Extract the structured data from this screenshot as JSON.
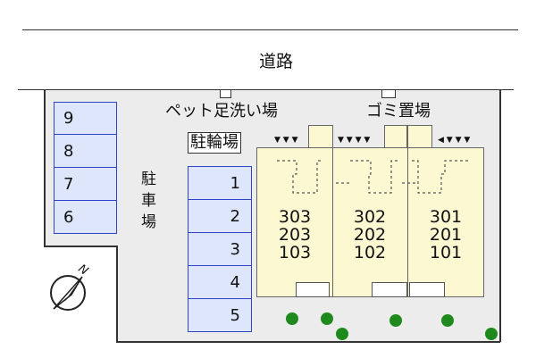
{
  "road_label": "道路",
  "pet_wash_label": "ペット足洗い場",
  "garbage_label": "ゴミ置場",
  "bicycle_label": "駐輪場",
  "parking_label": "駐車場",
  "north_label": "N",
  "parking_left": [
    "9",
    "8",
    "7",
    "6"
  ],
  "parking_right": [
    "1",
    "2",
    "3",
    "4",
    "5"
  ],
  "buildings": [
    {
      "rooms": [
        "303",
        "203",
        "103"
      ]
    },
    {
      "rooms": [
        "302",
        "202",
        "102"
      ]
    },
    {
      "rooms": [
        "301",
        "201",
        "101"
      ]
    }
  ],
  "colors": {
    "parking_fill": "#dde6fb",
    "parking_border": "#2c44c8",
    "building_fill": "#fbf8d2",
    "tree": "#1e8a1e",
    "lot": "#ececec"
  }
}
